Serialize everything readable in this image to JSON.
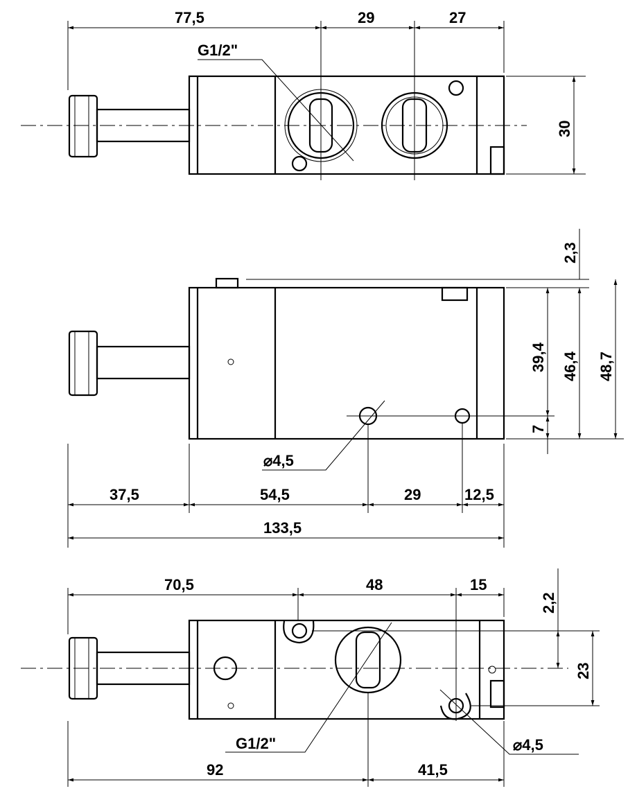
{
  "top_view": {
    "dim_solenoid": "77,5",
    "dim_port_spacing": "29",
    "dim_end": "27",
    "port_label": "G1/2\"",
    "dim_width": "30"
  },
  "side_view": {
    "dim_top_offset": "2,3",
    "dim_hole_height": "39,4",
    "dim_body_height": "46,4",
    "dim_total_height": "48,7",
    "dim_hole_bottom": "7",
    "hole_label": "⌀4,5",
    "dim_solenoid": "37,5",
    "dim_to_hole": "54,5",
    "dim_hole_spacing": "29",
    "dim_end": "12,5",
    "dim_total_length": "133,5"
  },
  "bottom_view": {
    "dim_solenoid": "70,5",
    "dim_hole_spacing": "48",
    "dim_end": "15",
    "dim_offset": "2,2",
    "dim_hole_vertical": "23",
    "port_label": "G1/2\"",
    "hole_label": "⌀4,5",
    "dim_to_port": "92",
    "dim_port_to_end": "41,5"
  }
}
